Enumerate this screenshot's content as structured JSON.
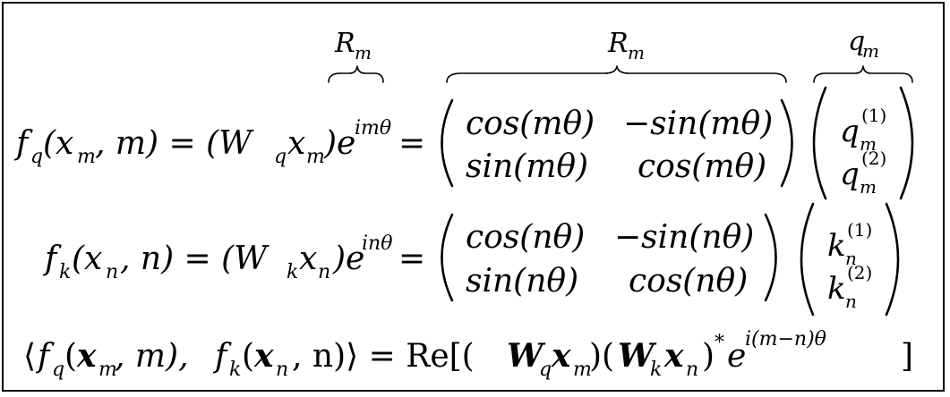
{
  "labels": {
    "rm_small": "R",
    "rm_small_sub": "m",
    "rm_large": "R",
    "rm_large_sub": "m",
    "qm": "q",
    "qm_sub": "m"
  },
  "eq1": {
    "lhs": "f",
    "lhs_sub": "q",
    "lhs_args": "(x",
    "lhs_args_sub": "m",
    "lhs_args_tail": ", m) = (W",
    "w_sub": "q",
    "x": "x",
    "x_sub": "m",
    "close": ")e",
    "exp": "imθ",
    "equals": "=",
    "m11": "cos(mθ)",
    "m12": "−sin(mθ)",
    "m21": "sin(mθ)",
    "m22": "cos(mθ)",
    "v1": "q",
    "v1_sub": "m",
    "v1_sup": "(1)",
    "v2": "q",
    "v2_sub": "m",
    "v2_sup": "(2)"
  },
  "eq2": {
    "lhs": "f",
    "lhs_sub": "k",
    "lhs_args": "(x",
    "lhs_args_sub": "n",
    "lhs_args_tail": ", n) = (W",
    "w_sub": "k",
    "x": "x",
    "x_sub": "n",
    "close": ")e",
    "exp": "inθ",
    "equals": "=",
    "m11": "cos(nθ)",
    "m12": "−sin(nθ)",
    "m21": "sin(nθ)",
    "m22": "cos(nθ)",
    "v1": "k",
    "v1_sub": "n",
    "v1_sup": "(1)",
    "v2": "k",
    "v2_sub": "n",
    "v2_sup": "(2)"
  },
  "eq3": {
    "open": "⟨",
    "fq": "f",
    "fq_sub": "q",
    "xm_open": "(",
    "xm": "x",
    "xm_sub": "m",
    "xm_tail": ", m), ",
    "fk": "f",
    "fk_sub": "k",
    "xn_open": "(",
    "xn": "x",
    "xn_sub": "n",
    "xn_tail": ", n)⟩ = Re[(",
    "W1": "W",
    "W1_sub": "q",
    "x1": "x",
    "x1_sub": "m",
    "mid": ")(",
    "W2": "W",
    "W2_sub": "k",
    "x2": "x",
    "x2_sub": "n",
    "star": ")",
    "star_sup": "*",
    "e": "e",
    "e_exp": "i(m−n)θ",
    "end": "]"
  }
}
